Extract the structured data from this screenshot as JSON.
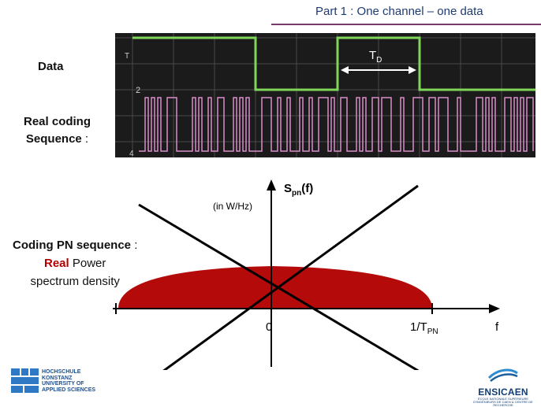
{
  "header": {
    "title": "Part 1 : One channel – one data"
  },
  "scope": {
    "td_main": "T",
    "td_sub": "D",
    "ch_markers": [
      "T",
      "2",
      "4"
    ]
  },
  "labels": {
    "data": "Data",
    "coding_line1": "Real coding",
    "coding_line2": "Sequence",
    "coding_colon": " :",
    "psd_line1_bold": "Coding PN sequence",
    "psd_line1_rest": " :",
    "psd_real": "Real",
    "psd_line2_rest": " Power",
    "psd_line3": "spectrum density"
  },
  "plot": {
    "y_label_main": "S",
    "y_label_sub": "pn",
    "y_label_rest": "(f)",
    "y_unit": "(in W/Hz)",
    "tick_zero": "0",
    "tick_right_main": "1/T",
    "tick_right_sub": "PN",
    "x_label": "f",
    "fill_color": "#b50a0a"
  },
  "logos": {
    "hochschule": "HOCHSCHULE\nKONSTANZ\nUNIVERSITY OF\nAPPLIED SCIENCES",
    "ensicaen": "ENSICAEN",
    "ensicaen_sub": "ÉCOLE NATIONALE SUPÉRIEURE D'INGÉNIEURS DE CAEN & CENTRE DE RECHERCHE"
  }
}
